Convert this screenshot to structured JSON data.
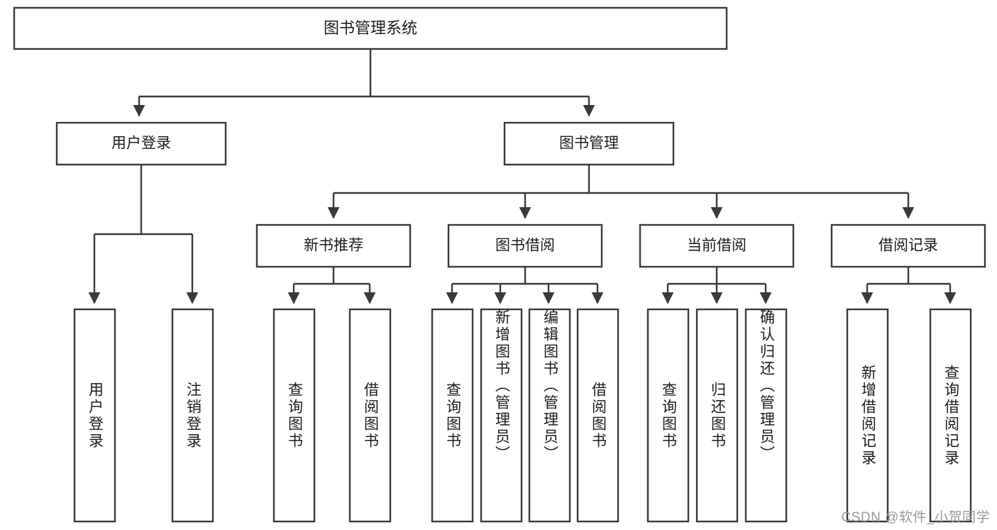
{
  "diagram": {
    "type": "hierarchy-tree",
    "title": "图书管理系统",
    "watermark": "CSDN @软件_小贺同学",
    "colors": {
      "stroke": "#3a3a3a",
      "box_fill": "#ffffff",
      "text": "#1c1c1c",
      "background": "#ffffff",
      "watermark": "#9a9a9a"
    },
    "levels": {
      "root": {
        "label": "图书管理系统"
      },
      "level2": [
        {
          "label": "用户登录"
        },
        {
          "label": "图书管理"
        }
      ],
      "level3": [
        {
          "label": "新书推荐"
        },
        {
          "label": "图书借阅"
        },
        {
          "label": "当前借阅"
        },
        {
          "label": "借阅记录"
        }
      ]
    },
    "leaves": {
      "user_login": [
        {
          "label": "用户登录"
        },
        {
          "label": "注销登录"
        }
      ],
      "new_book_recommend": [
        {
          "label": "查询图书"
        },
        {
          "label": "借阅图书"
        }
      ],
      "book_borrow": [
        {
          "label": "查询图书"
        },
        {
          "label": "新增图书（管理员）"
        },
        {
          "label": "编辑图书（管理员）"
        },
        {
          "label": "借阅图书"
        }
      ],
      "current_borrow": [
        {
          "label": "查询图书"
        },
        {
          "label": "归还图书"
        },
        {
          "label": "确认归还（管理员）"
        }
      ],
      "borrow_record": [
        {
          "label": "新增借阅记录"
        },
        {
          "label": "查询借阅记录"
        }
      ]
    }
  }
}
